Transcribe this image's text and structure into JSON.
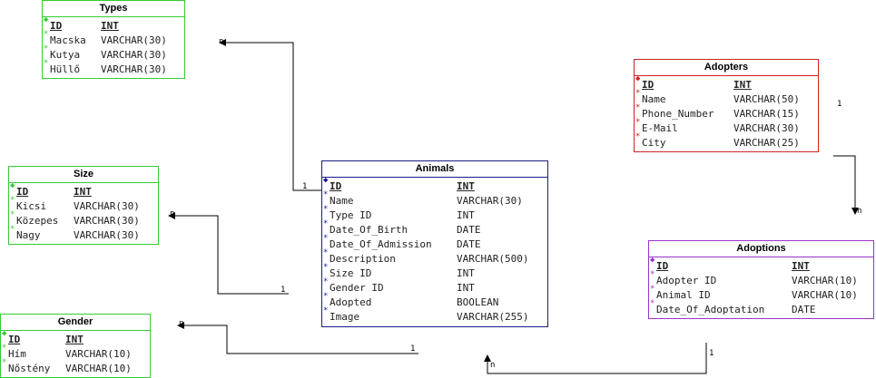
{
  "tables": {
    "types": {
      "title": "Types",
      "rows": [
        {
          "name": "ID",
          "type": "INT"
        },
        {
          "name": "Macska",
          "type": "VARCHAR(30)"
        },
        {
          "name": "Kutya",
          "type": "VARCHAR(30)"
        },
        {
          "name": "Hüllő",
          "type": "VARCHAR(30)"
        }
      ]
    },
    "size": {
      "title": "Size",
      "rows": [
        {
          "name": "ID",
          "type": "INT"
        },
        {
          "name": "Kicsi",
          "type": "VARCHAR(30)"
        },
        {
          "name": "Közepes",
          "type": "VARCHAR(30)"
        },
        {
          "name": "Nagy",
          "type": "VARCHAR(30)"
        }
      ]
    },
    "gender": {
      "title": "Gender",
      "rows": [
        {
          "name": "ID",
          "type": "INT"
        },
        {
          "name": "Hím",
          "type": "VARCHAR(10)"
        },
        {
          "name": "Nőstény",
          "type": "VARCHAR(10)"
        }
      ]
    },
    "animals": {
      "title": "Animals",
      "rows": [
        {
          "name": "ID",
          "type": "INT"
        },
        {
          "name": "Name",
          "type": "VARCHAR(30)"
        },
        {
          "name": "Type ID",
          "type": "INT"
        },
        {
          "name": "Date_Of_Birth",
          "type": "DATE"
        },
        {
          "name": "Date_Of_Admission",
          "type": "DATE"
        },
        {
          "name": "Description",
          "type": "VARCHAR(500)"
        },
        {
          "name": "Size ID",
          "type": "INT"
        },
        {
          "name": "Gender ID",
          "type": "INT"
        },
        {
          "name": "Adopted",
          "type": "BOOLEAN"
        },
        {
          "name": "Image",
          "type": "VARCHAR(255)"
        }
      ]
    },
    "adopters": {
      "title": "Adopters",
      "rows": [
        {
          "name": "ID",
          "type": "INT"
        },
        {
          "name": "Name",
          "type": "VARCHAR(50)"
        },
        {
          "name": "Phone_Number",
          "type": "VARCHAR(15)"
        },
        {
          "name": "E-Mail",
          "type": "VARCHAR(30)"
        },
        {
          "name": "City",
          "type": "VARCHAR(25)"
        }
      ]
    },
    "adoptions": {
      "title": "Adoptions",
      "rows": [
        {
          "name": "ID",
          "type": "INT"
        },
        {
          "name": "Adopter ID",
          "type": "VARCHAR(10)"
        },
        {
          "name": "Animal ID",
          "type": "VARCHAR(10)"
        },
        {
          "name": "Date_Of_Adoptation",
          "type": "DATE"
        }
      ]
    }
  },
  "relationships": [
    {
      "from": "animals",
      "to": "types",
      "one": "1",
      "many": "n"
    },
    {
      "from": "animals",
      "to": "size",
      "one": "1",
      "many": "n"
    },
    {
      "from": "animals",
      "to": "gender",
      "one": "1",
      "many": "n"
    },
    {
      "from": "adopters",
      "to": "adoptions",
      "one": "1",
      "many": "n"
    },
    {
      "from": "adoptions",
      "to": "animals",
      "one": "1",
      "many": "n"
    }
  ],
  "colors": {
    "types": "#33cc33",
    "size": "#33cc33",
    "gender": "#33cc33",
    "animals": "#1a1a8c",
    "adopters": "#cc2222",
    "adoptions": "#9933cc"
  }
}
